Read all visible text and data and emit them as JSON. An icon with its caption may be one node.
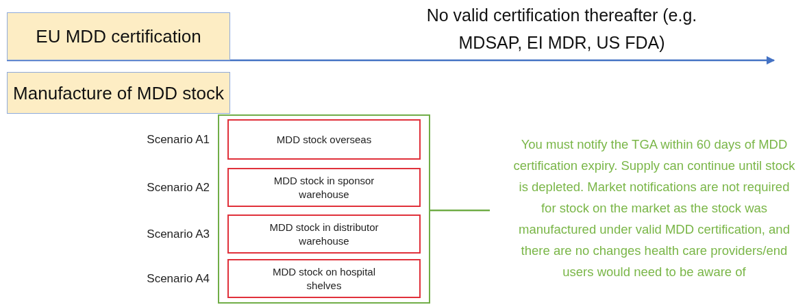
{
  "diagram": {
    "nodes": [
      {
        "text": [
          "EU MDD certification"
        ]
      },
      {
        "text": [
          "Manufacture of MDD stock"
        ]
      },
      {
        "text": [],
        "shape": "box"
      },
      {
        "text": [
          "MDD stock overseas"
        ],
        "in": 2,
        "beside": [
          "Scenario A1"
        ]
      },
      {
        "text": [
          "MDD stock in sponsor warehouse"
        ],
        "in": 2,
        "beside": [
          "Scenario A2"
        ]
      },
      {
        "text": [
          "MDD stock in distributor warehouse"
        ],
        "in": 2,
        "beside": [
          "Scenario A3"
        ]
      },
      {
        "text": [
          "MDD stock on hospital shelves"
        ],
        "in": 2,
        "beside": [
          "Scenario A4"
        ]
      },
      {
        "text": [
          "You must notify the TGA within 60 days of MDD certification expiry. Supply can continue until stock is depleted. Market notifications are not required for stock on the market as the stock was manufactured under valid MDD certification, and there are no changes health care providers/end users would need to be aware of"
        ]
      }
    ],
    "edges": [
      {
        "from": 0,
        "to": null,
        "arrow": "to",
        "color": "#4472c4"
      },
      {
        "from": 2,
        "to": 7,
        "arrow": "none",
        "color": "#70ad47"
      }
    ],
    "labels": [
      "No valid certification thereafter (e.g. MDSAP, EI MDR, US FDA)"
    ]
  }
}
